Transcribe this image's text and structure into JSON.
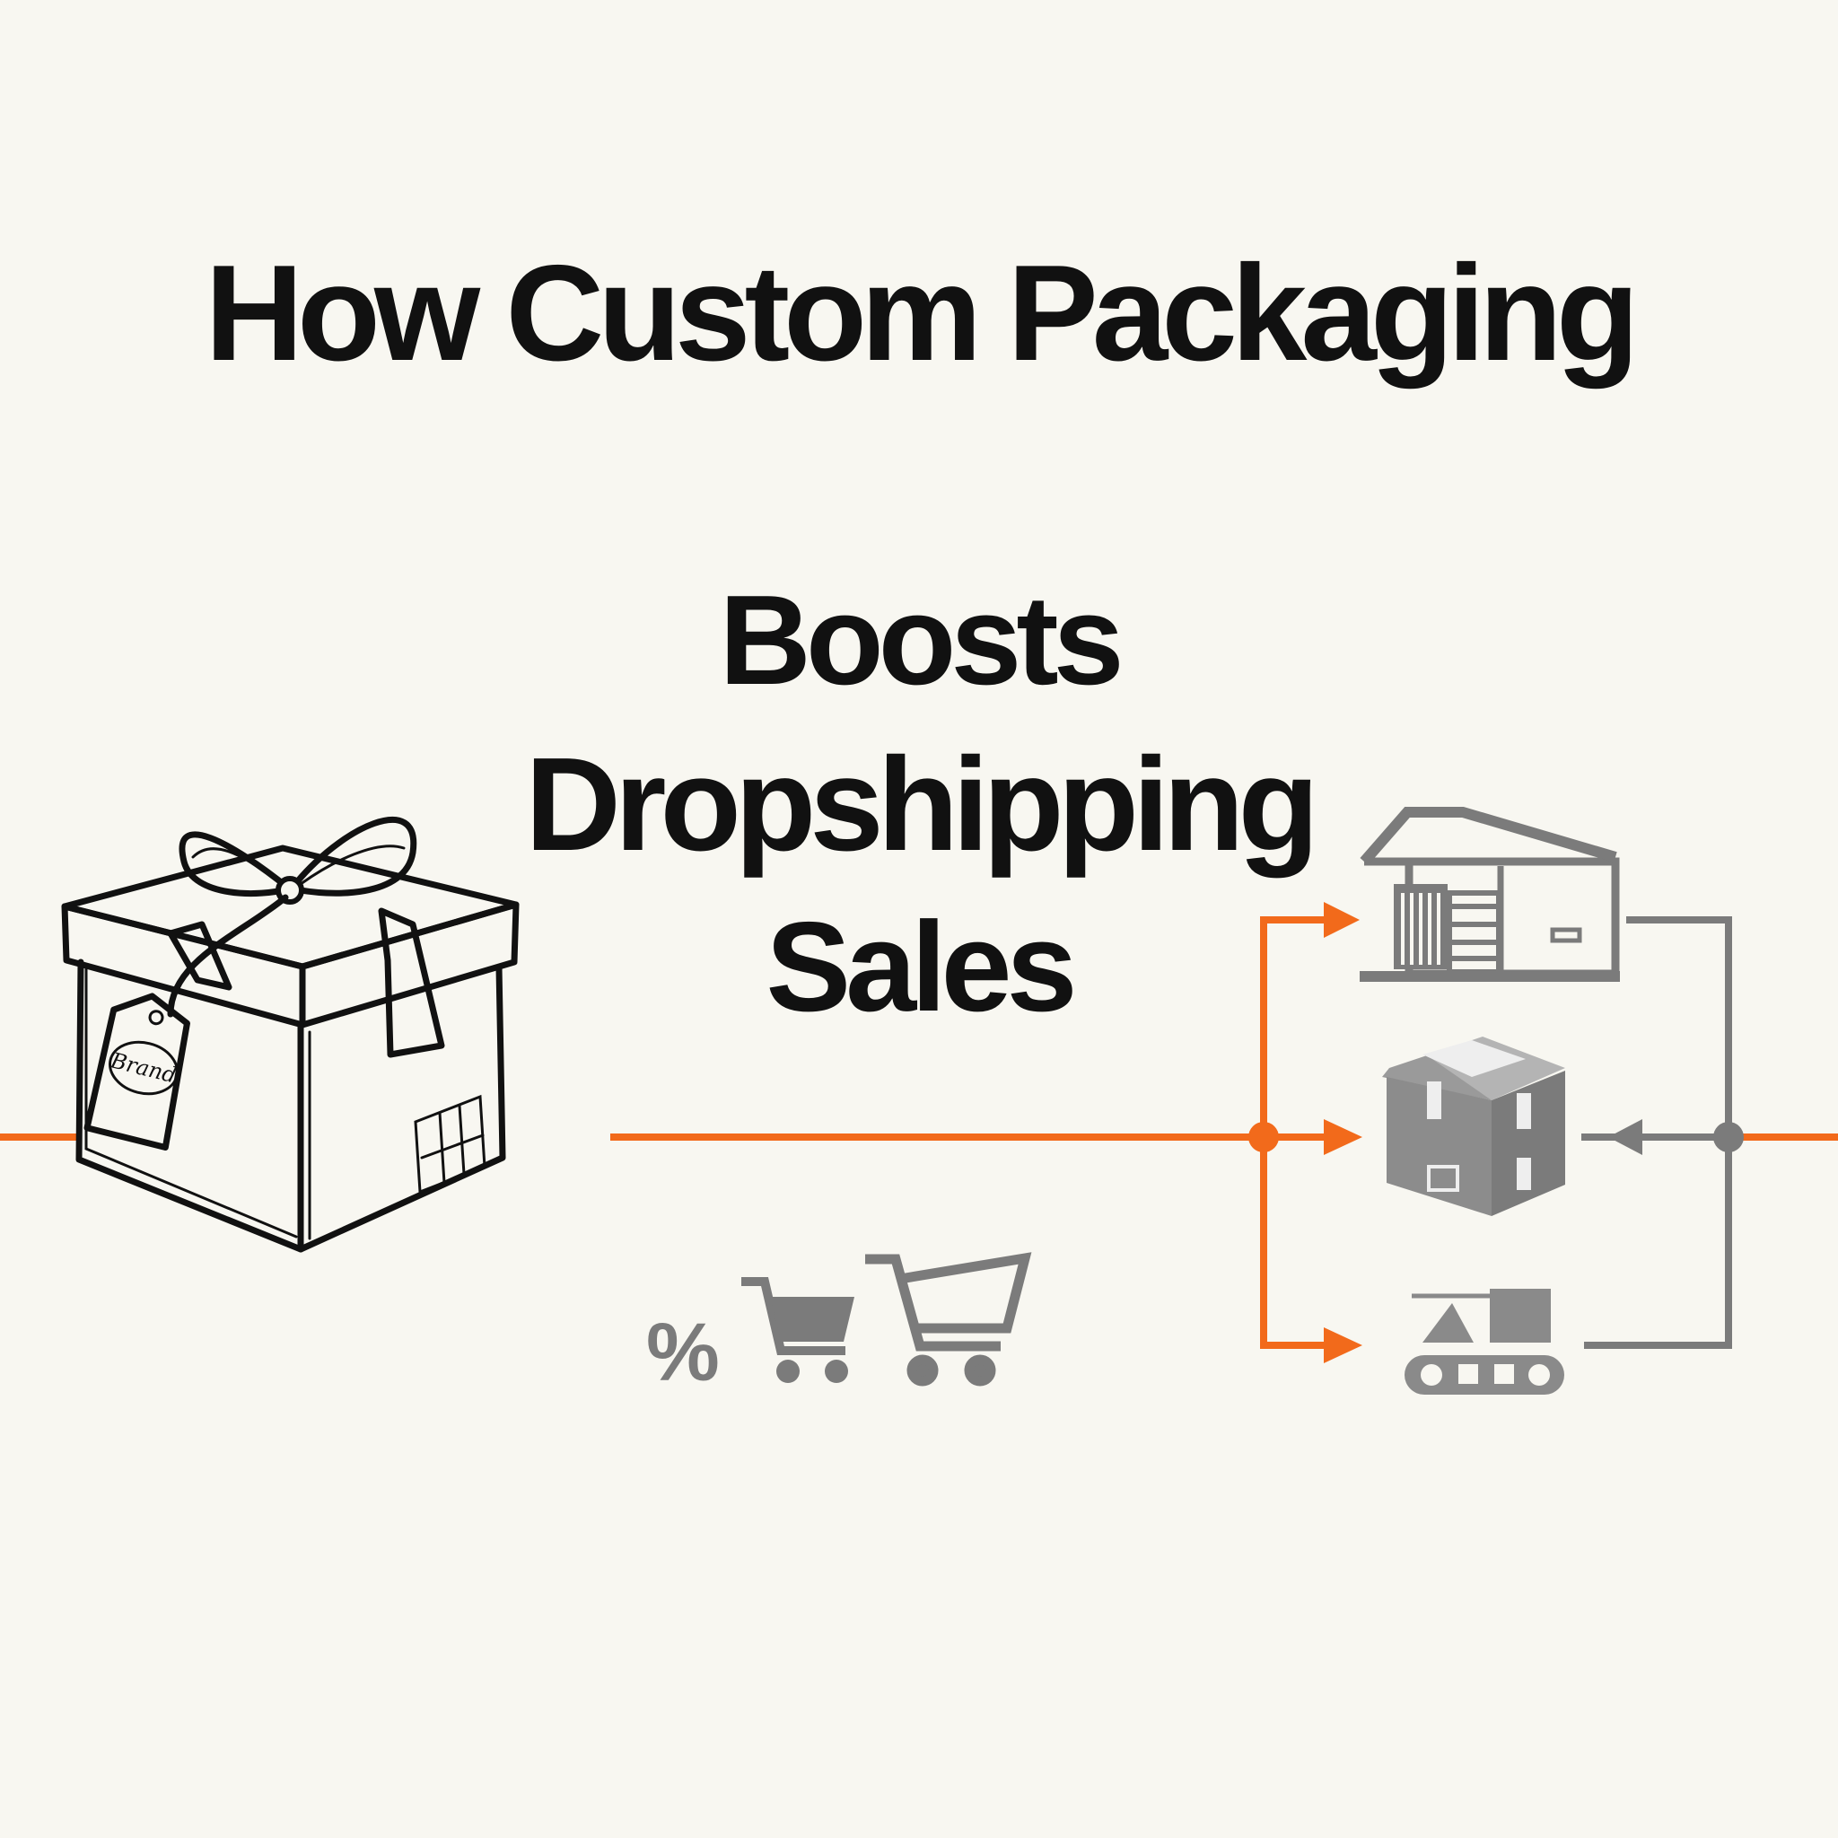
{
  "title": {
    "line1": "How Custom Packaging",
    "line2": "Boosts",
    "line3": "Dropshipping",
    "line4": "Sales"
  },
  "gift_box": {
    "tag_text": "Brand"
  },
  "icons": {
    "percent": "%",
    "left_flow": [
      "warehouse-icon",
      "package-icon",
      "delivery-vehicle-icon"
    ],
    "carts": [
      "shopping-cart-filled-icon",
      "shopping-cart-outline-icon"
    ]
  },
  "colors": {
    "accent": "#f26a1b",
    "icon_gray": "#7b7b7b",
    "ink": "#111111",
    "background": "#f8f7f1"
  }
}
